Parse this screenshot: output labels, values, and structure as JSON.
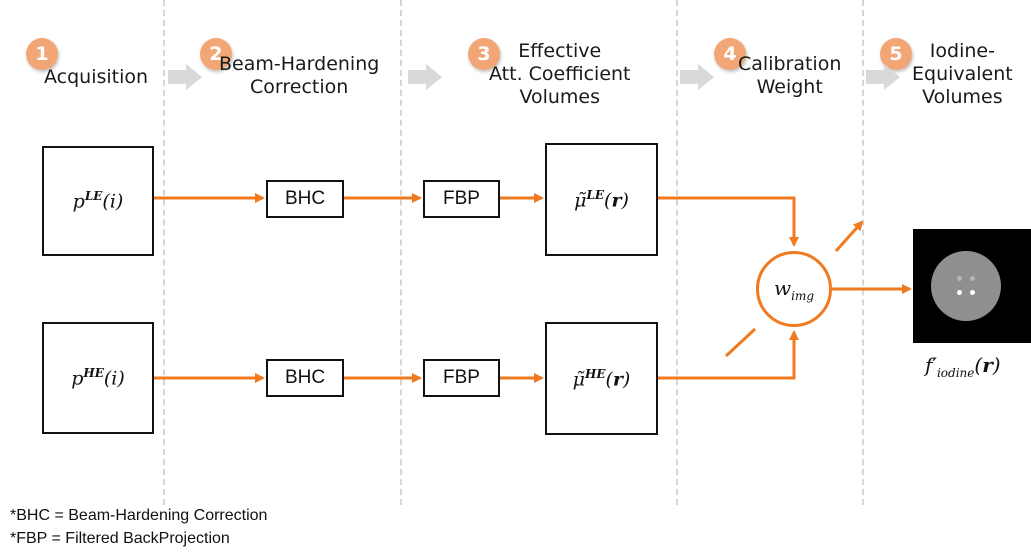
{
  "stages": [
    {
      "number": "1",
      "title_lines": [
        "Acquisition"
      ]
    },
    {
      "number": "2",
      "title_lines": [
        "Beam-Hardening",
        "Correction"
      ]
    },
    {
      "number": "3",
      "title_lines": [
        "Effective",
        "Att. Coefficient",
        "Volumes"
      ]
    },
    {
      "number": "4",
      "title_lines": [
        "Calibration",
        "Weight"
      ]
    },
    {
      "number": "5",
      "title_lines": [
        "Iodine-",
        "Equivalent",
        "Volumes"
      ]
    }
  ],
  "boxes": {
    "p_le": {
      "base": "p",
      "sup": "LE",
      "arg": "(i)"
    },
    "p_he": {
      "base": "p",
      "sup": "HE",
      "arg": "(i)"
    },
    "bhc_top": "BHC",
    "bhc_bottom": "BHC",
    "fbp_top": "FBP",
    "fbp_bottom": "FBP",
    "mu_le": {
      "base": "μ̃",
      "sup": "LE",
      "open": "(",
      "bold": "r",
      "close": ")"
    },
    "mu_he": {
      "base": "μ̃",
      "sup": "HE",
      "open": "(",
      "bold": "r",
      "close": ")"
    },
    "weight": {
      "base": "w",
      "sub": "img"
    }
  },
  "output": {
    "base": "f′",
    "sub": "iodine",
    "open": "(",
    "bold": "r",
    "close": ")"
  },
  "footnotes": [
    "*BHC = Beam-Hardening Correction",
    "*FBP = Filtered BackProjection"
  ],
  "colors": {
    "accent": "#f07a1f",
    "badge": "#f2a676",
    "separator": "#d6d6d6",
    "chevron": "#d9d9d9"
  }
}
